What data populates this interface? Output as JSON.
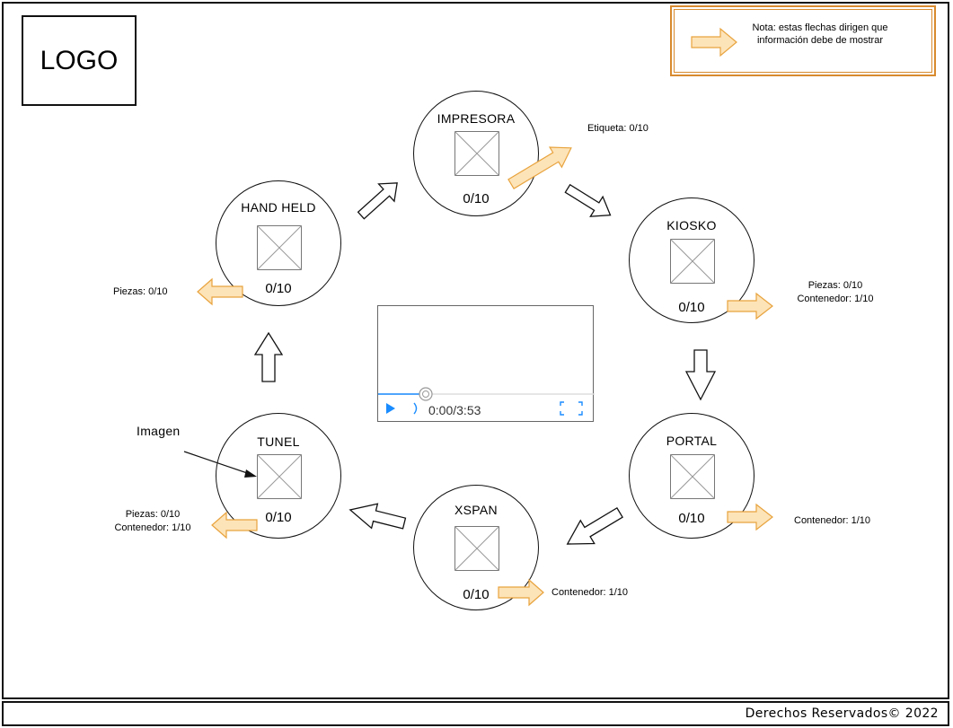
{
  "logo": {
    "text": "LOGO"
  },
  "note": {
    "text": "Nota: estas flechas dirigen que información debe de mostrar"
  },
  "nodes": {
    "impresora": {
      "title": "IMPRESORA",
      "count": "0/10"
    },
    "kiosko": {
      "title": "KIOSKO",
      "count": "0/10"
    },
    "portal": {
      "title": "PORTAL",
      "count": "0/10"
    },
    "xspan": {
      "title": "XSPAN",
      "count": "0/10"
    },
    "tunel": {
      "title": "TUNEL",
      "count": "0/10"
    },
    "handheld": {
      "title": "HAND HELD",
      "count": "0/10"
    }
  },
  "labels": {
    "impresora": "Etiqueta: 0/10",
    "kiosko_1": "Piezas: 0/10",
    "kiosko_2": "Contenedor: 1/10",
    "portal": "Contenedor: 1/10",
    "xspan": "Contenedor: 1/10",
    "tunel_1": "Piezas: 0/10",
    "tunel_2": "Contenedor: 1/10",
    "handheld": "Piezas: 0/10",
    "imagen": "Imagen"
  },
  "video": {
    "time": "0:00/3:53"
  },
  "footer": {
    "text": "Derechos Reservados© 2022"
  },
  "colors": {
    "info_arrow_fill": "#fde3b8",
    "info_arrow_stroke": "#e8a33d",
    "note_border": "#d88a2e",
    "player_accent": "#1a8cff"
  },
  "icons": [
    "image-placeholder-icon",
    "play-icon",
    "volume-icon",
    "fullscreen-icon",
    "info-arrow-icon",
    "flow-arrow-icon"
  ]
}
